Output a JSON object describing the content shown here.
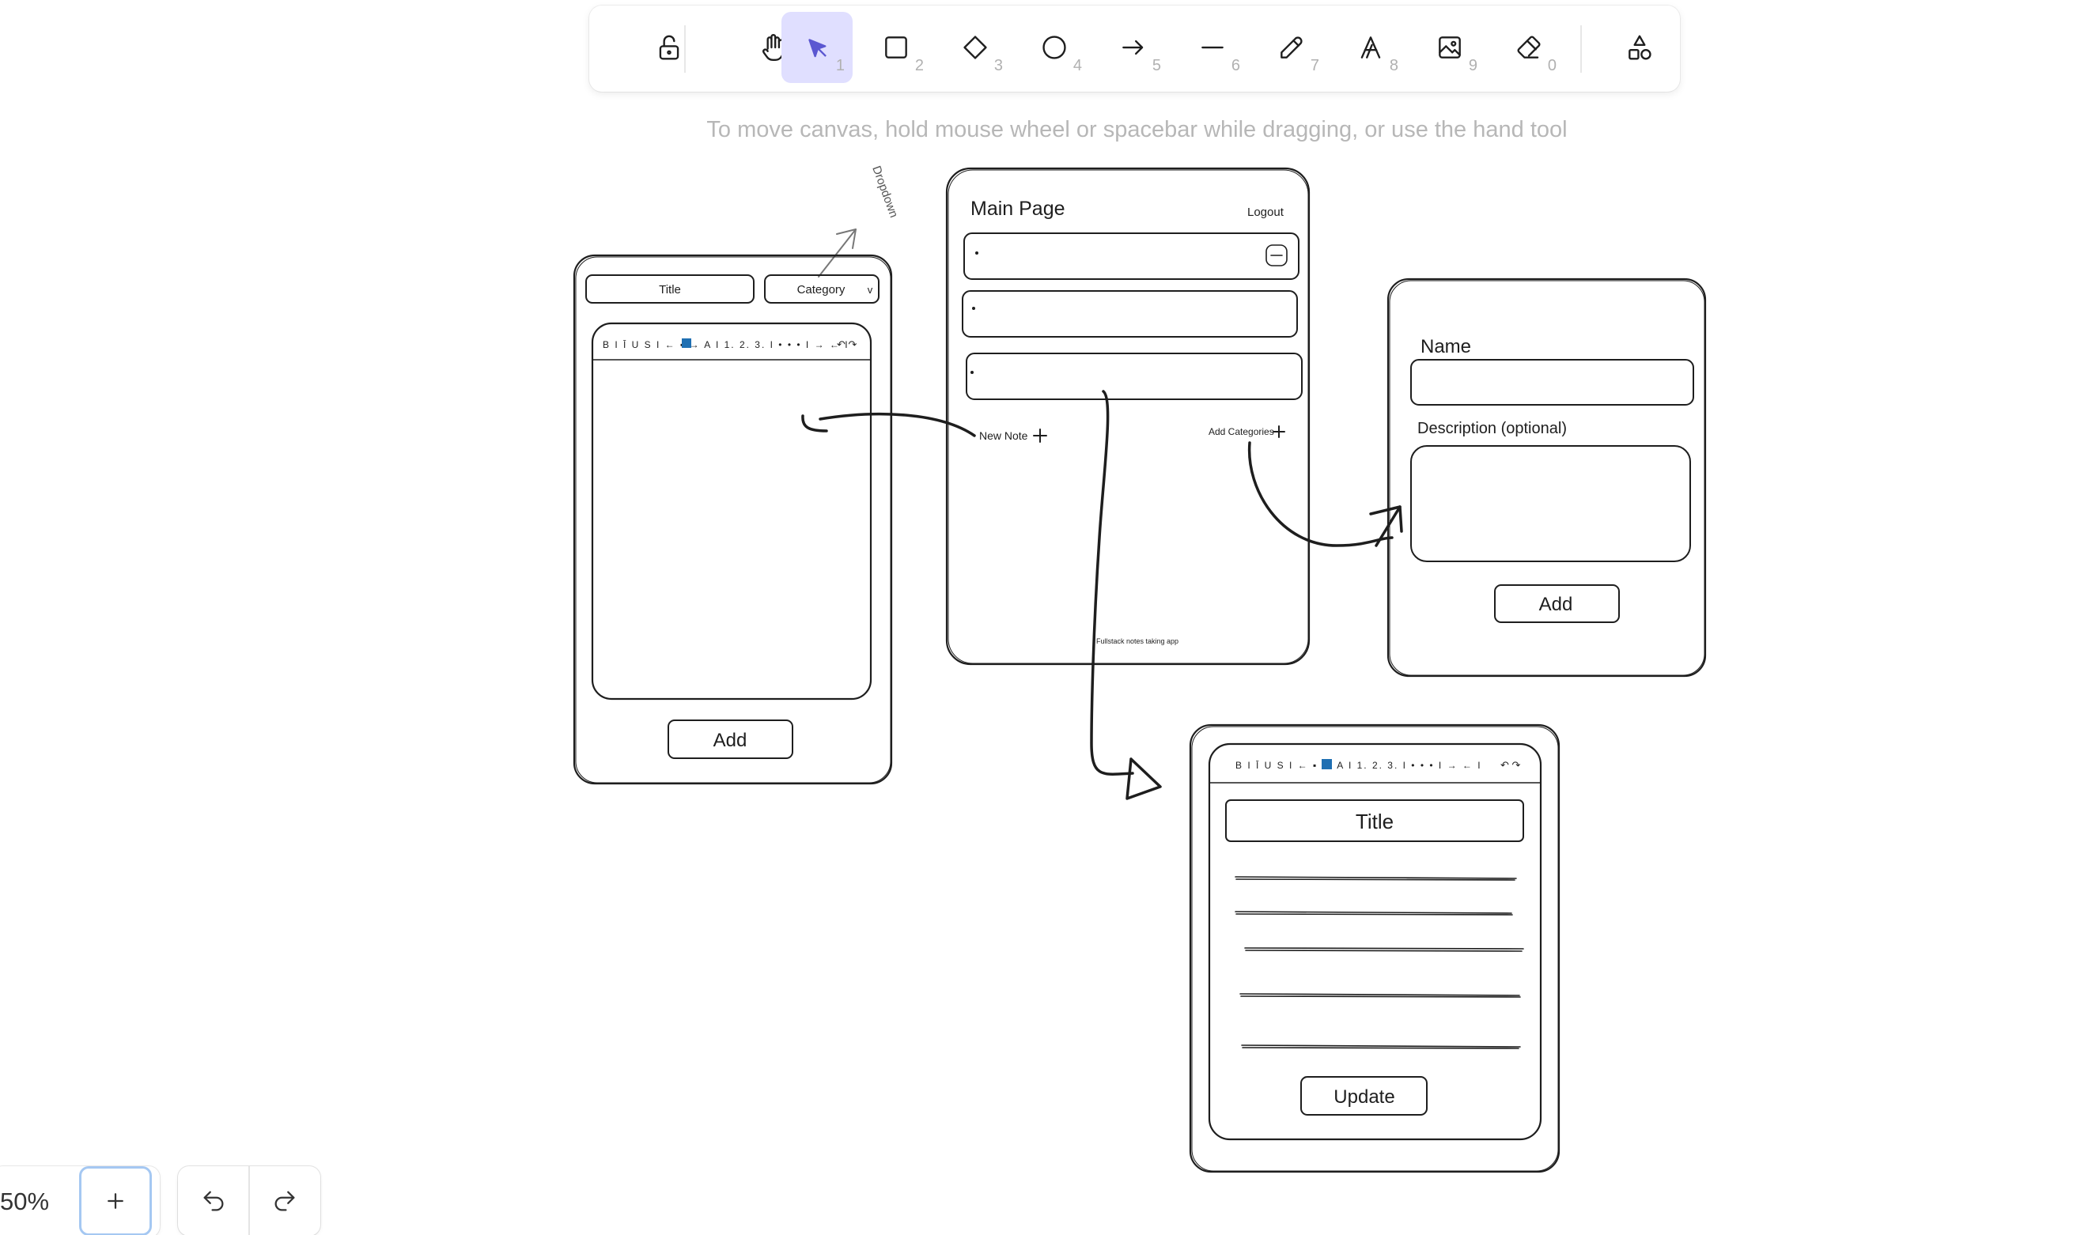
{
  "toolbar": {
    "tools": [
      {
        "name": "lock",
        "icon": "lock-open-icon",
        "key": ""
      },
      {
        "name": "hand",
        "icon": "hand-icon",
        "key": ""
      },
      {
        "name": "selection",
        "icon": "pointer-icon",
        "key": "1",
        "active": true
      },
      {
        "name": "rectangle",
        "icon": "square-icon",
        "key": "2"
      },
      {
        "name": "diamond",
        "icon": "diamond-icon",
        "key": "3"
      },
      {
        "name": "ellipse",
        "icon": "circle-icon",
        "key": "4"
      },
      {
        "name": "arrow",
        "icon": "arrow-right-icon",
        "key": "5"
      },
      {
        "name": "line",
        "icon": "line-icon",
        "key": "6"
      },
      {
        "name": "draw",
        "icon": "pencil-icon",
        "key": "7"
      },
      {
        "name": "text",
        "icon": "text-icon",
        "key": "8"
      },
      {
        "name": "image",
        "icon": "image-icon",
        "key": "9"
      },
      {
        "name": "eraser",
        "icon": "eraser-icon",
        "key": "0"
      },
      {
        "name": "more-shapes",
        "icon": "shapes-icon",
        "key": ""
      }
    ],
    "active_color": "#e0dfff",
    "active_icon_color": "#5b57d1"
  },
  "hint": "To move canvas, hold mouse wheel or spacebar while dragging, or use the hand tool",
  "canvas": {
    "dropdown_note": "Dropdown",
    "new_note_screen": {
      "title_field": "Title",
      "category_field": "Category",
      "category_chevron": "v",
      "editor_toolbar": "B I Ī U S I ← ▪ → A I 1. 2. 3. I • • • I → ← I",
      "undo_redo": "↶ ↷",
      "add_button": "Add"
    },
    "main_page": {
      "title": "Main Page",
      "logout": "Logout",
      "new_note": "New Note",
      "add_categories": "Add Categories",
      "footer": "Fullstack notes taking app"
    },
    "category_screen": {
      "name_label": "Name",
      "description_label": "Description (optional)",
      "add_button": "Add"
    },
    "edit_note_screen": {
      "editor_toolbar": "B I Ī U S I ← ▪ → A I 1. 2. 3. I • • • I → ← I",
      "undo_redo": "↶ ↷",
      "title": "Title",
      "update_button": "Update"
    }
  },
  "footer": {
    "zoom_level": "50%",
    "zoom_in_icon": "plus-icon",
    "undo_icon": "undo-icon",
    "redo_icon": "redo-icon"
  }
}
